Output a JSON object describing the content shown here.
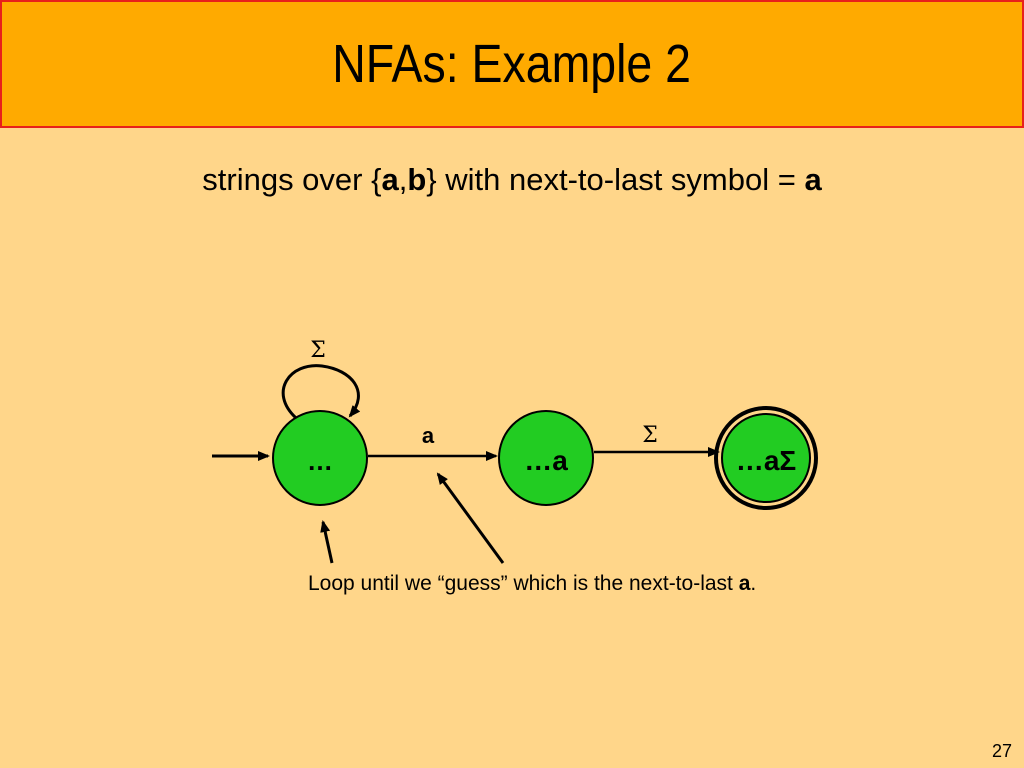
{
  "slide": {
    "title": "NFAs: Example 2",
    "subtitle": {
      "prefix": "strings over {",
      "sym_a": "a",
      "comma": ",",
      "sym_b": "b",
      "mid": "} with next-to-last symbol = ",
      "target": "a"
    },
    "page_number": "27"
  },
  "nfa": {
    "states": [
      {
        "id": "q0",
        "label": "…",
        "start": true,
        "accepting": false
      },
      {
        "id": "q1",
        "label": "…a",
        "start": false,
        "accepting": false
      },
      {
        "id": "q2",
        "label": "…aΣ",
        "start": false,
        "accepting": true
      }
    ],
    "transitions": [
      {
        "from": "q0",
        "to": "q0",
        "label": "Σ"
      },
      {
        "from": "q0",
        "to": "q1",
        "label": "a"
      },
      {
        "from": "q1",
        "to": "q2",
        "label": "Σ"
      }
    ]
  },
  "annotation": {
    "text": "Loop until we “guess” which is the next-to-last ",
    "emph": "a",
    "end": "."
  },
  "colors": {
    "background": "#FFD68A",
    "title_bar": "#FFAA00",
    "title_border": "#E8201B",
    "state_fill": "#22CC22"
  }
}
